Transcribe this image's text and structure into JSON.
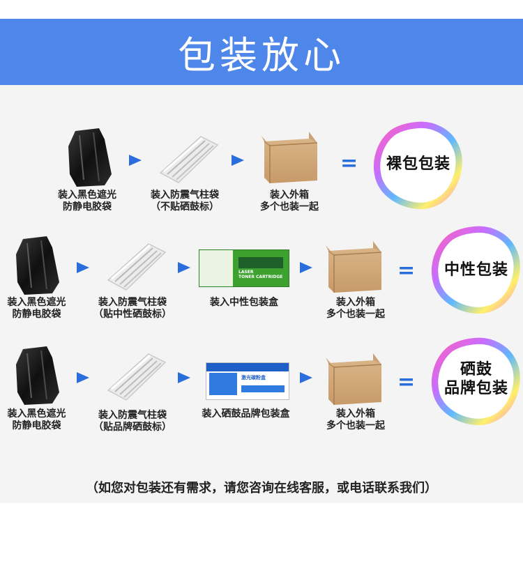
{
  "banner": {
    "title": "包装放心"
  },
  "rows": [
    {
      "steps": [
        {
          "line1": "装入黑色遮光",
          "line2": "防静电胶袋"
        },
        {
          "line1": "装入防震气柱袋",
          "line2": "（不贴硒鼓标）"
        },
        {
          "line1": "装入外箱",
          "line2": "多个也装一起"
        }
      ],
      "equals": "=",
      "result": {
        "line1": "裸包包装",
        "line2": ""
      }
    },
    {
      "steps": [
        {
          "line1": "装入黑色遮光",
          "line2": "防静电胶袋"
        },
        {
          "line1": "装入防震气柱袋",
          "line2": "（贴中性硒鼓标）"
        },
        {
          "line1": "装入中性包装盒",
          "line2": ""
        },
        {
          "line1": "装入外箱",
          "line2": "多个也装一起"
        }
      ],
      "equals": "=",
      "result": {
        "line1": "中性包装",
        "line2": ""
      },
      "box_label": {
        "line1": "LASER",
        "line2": "TONER CARTRIDGE"
      }
    },
    {
      "steps": [
        {
          "line1": "装入黑色遮光",
          "line2": "防静电胶袋"
        },
        {
          "line1": "装入防震气柱袋",
          "line2": "（贴品牌硒鼓标）"
        },
        {
          "line1": "装入硒鼓品牌包装盒",
          "line2": ""
        },
        {
          "line1": "装入外箱",
          "line2": "多个也装一起"
        }
      ],
      "equals": "=",
      "result": {
        "line1": "硒鼓",
        "line2": "品牌包装"
      },
      "box_label": {
        "line1": "激光碳粉盒"
      }
    }
  ],
  "footer": {
    "note": "（如您对包装还有需求，请您咨询在线客服，或电话联系我们）"
  },
  "colors": {
    "banner": "#4f86ea",
    "arrow": "#2a6ddd",
    "background": "#f4f4f4"
  }
}
